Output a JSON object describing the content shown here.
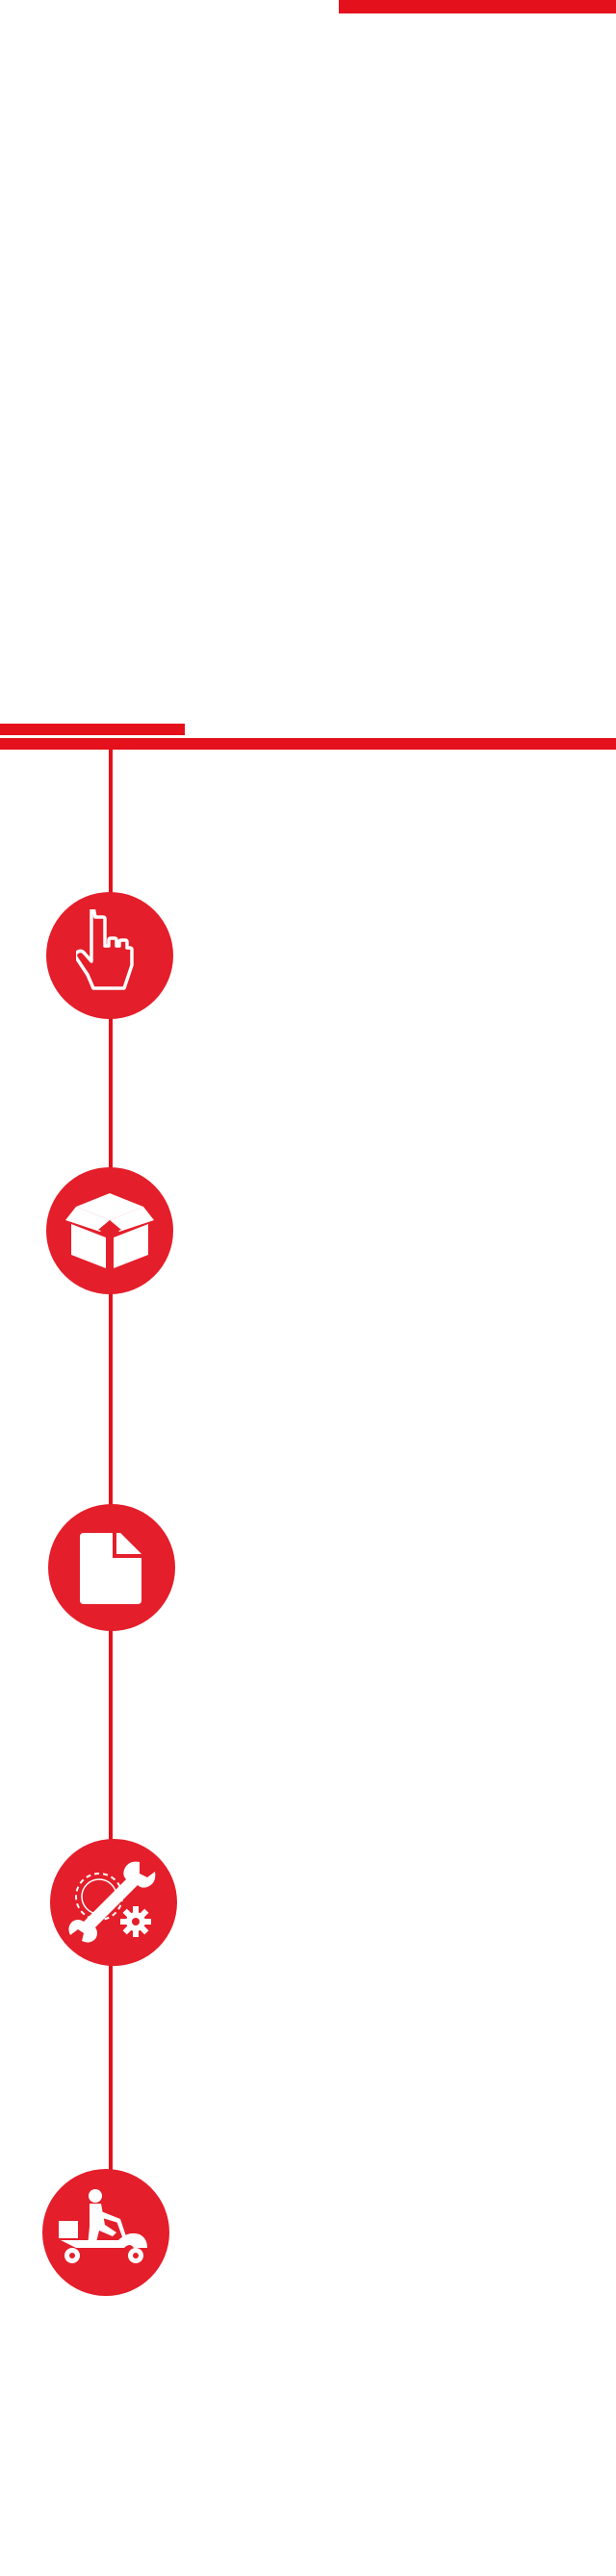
{
  "colors": {
    "accent": "#e4101c",
    "circle": "#e41e2a",
    "icon": "#ffffff",
    "background": "#ffffff"
  },
  "decor": {
    "top_bar": "accent",
    "section_divider_short": "accent",
    "section_divider_full": "accent"
  },
  "timeline": {
    "steps": [
      {
        "icon": "pointing-hand-icon"
      },
      {
        "icon": "open-box-icon"
      },
      {
        "icon": "document-icon"
      },
      {
        "icon": "tools-gear-icon"
      },
      {
        "icon": "delivery-scooter-icon"
      }
    ]
  }
}
